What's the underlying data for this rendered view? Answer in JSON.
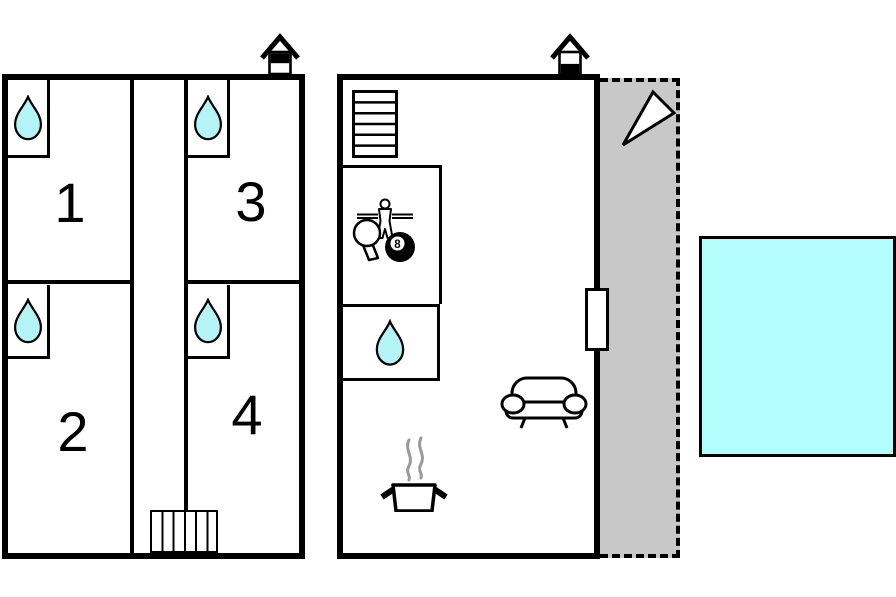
{
  "page": {
    "type": "floor-plan",
    "description": "holiday home floor plan with two buildings, terrace and pool"
  },
  "colors": {
    "line": "#000000",
    "water": "#b5f4f6",
    "pool": "#b3fcff",
    "terrace": "#c8c8c8",
    "steam": "#9a9a9a",
    "bg": "#ffffff"
  },
  "rooms": [
    {
      "label": "1"
    },
    {
      "label": "2"
    },
    {
      "label": "3"
    },
    {
      "label": "4"
    }
  ],
  "billiards": {
    "ball_number": "8"
  },
  "icons": {
    "house_upper_floor": "house-icon-upper-half-filled",
    "house_ground_floor": "house-icon-lower-half-filled",
    "water_drop": "water-drop-icon",
    "stairs_left": "striped-staircase",
    "stairs_right": "ladder-staircase",
    "foosball": "foosball-player-on-rod",
    "table_tennis": "ping-pong-paddle",
    "billiard_ball": "8-ball",
    "sofa": "sofa-front-view",
    "cooking_pot": "steaming-pot",
    "north_arrow": "triangle-arrow",
    "door": "door-opening",
    "pool": "swimming-pool",
    "terrace": "dashed-terrace"
  }
}
